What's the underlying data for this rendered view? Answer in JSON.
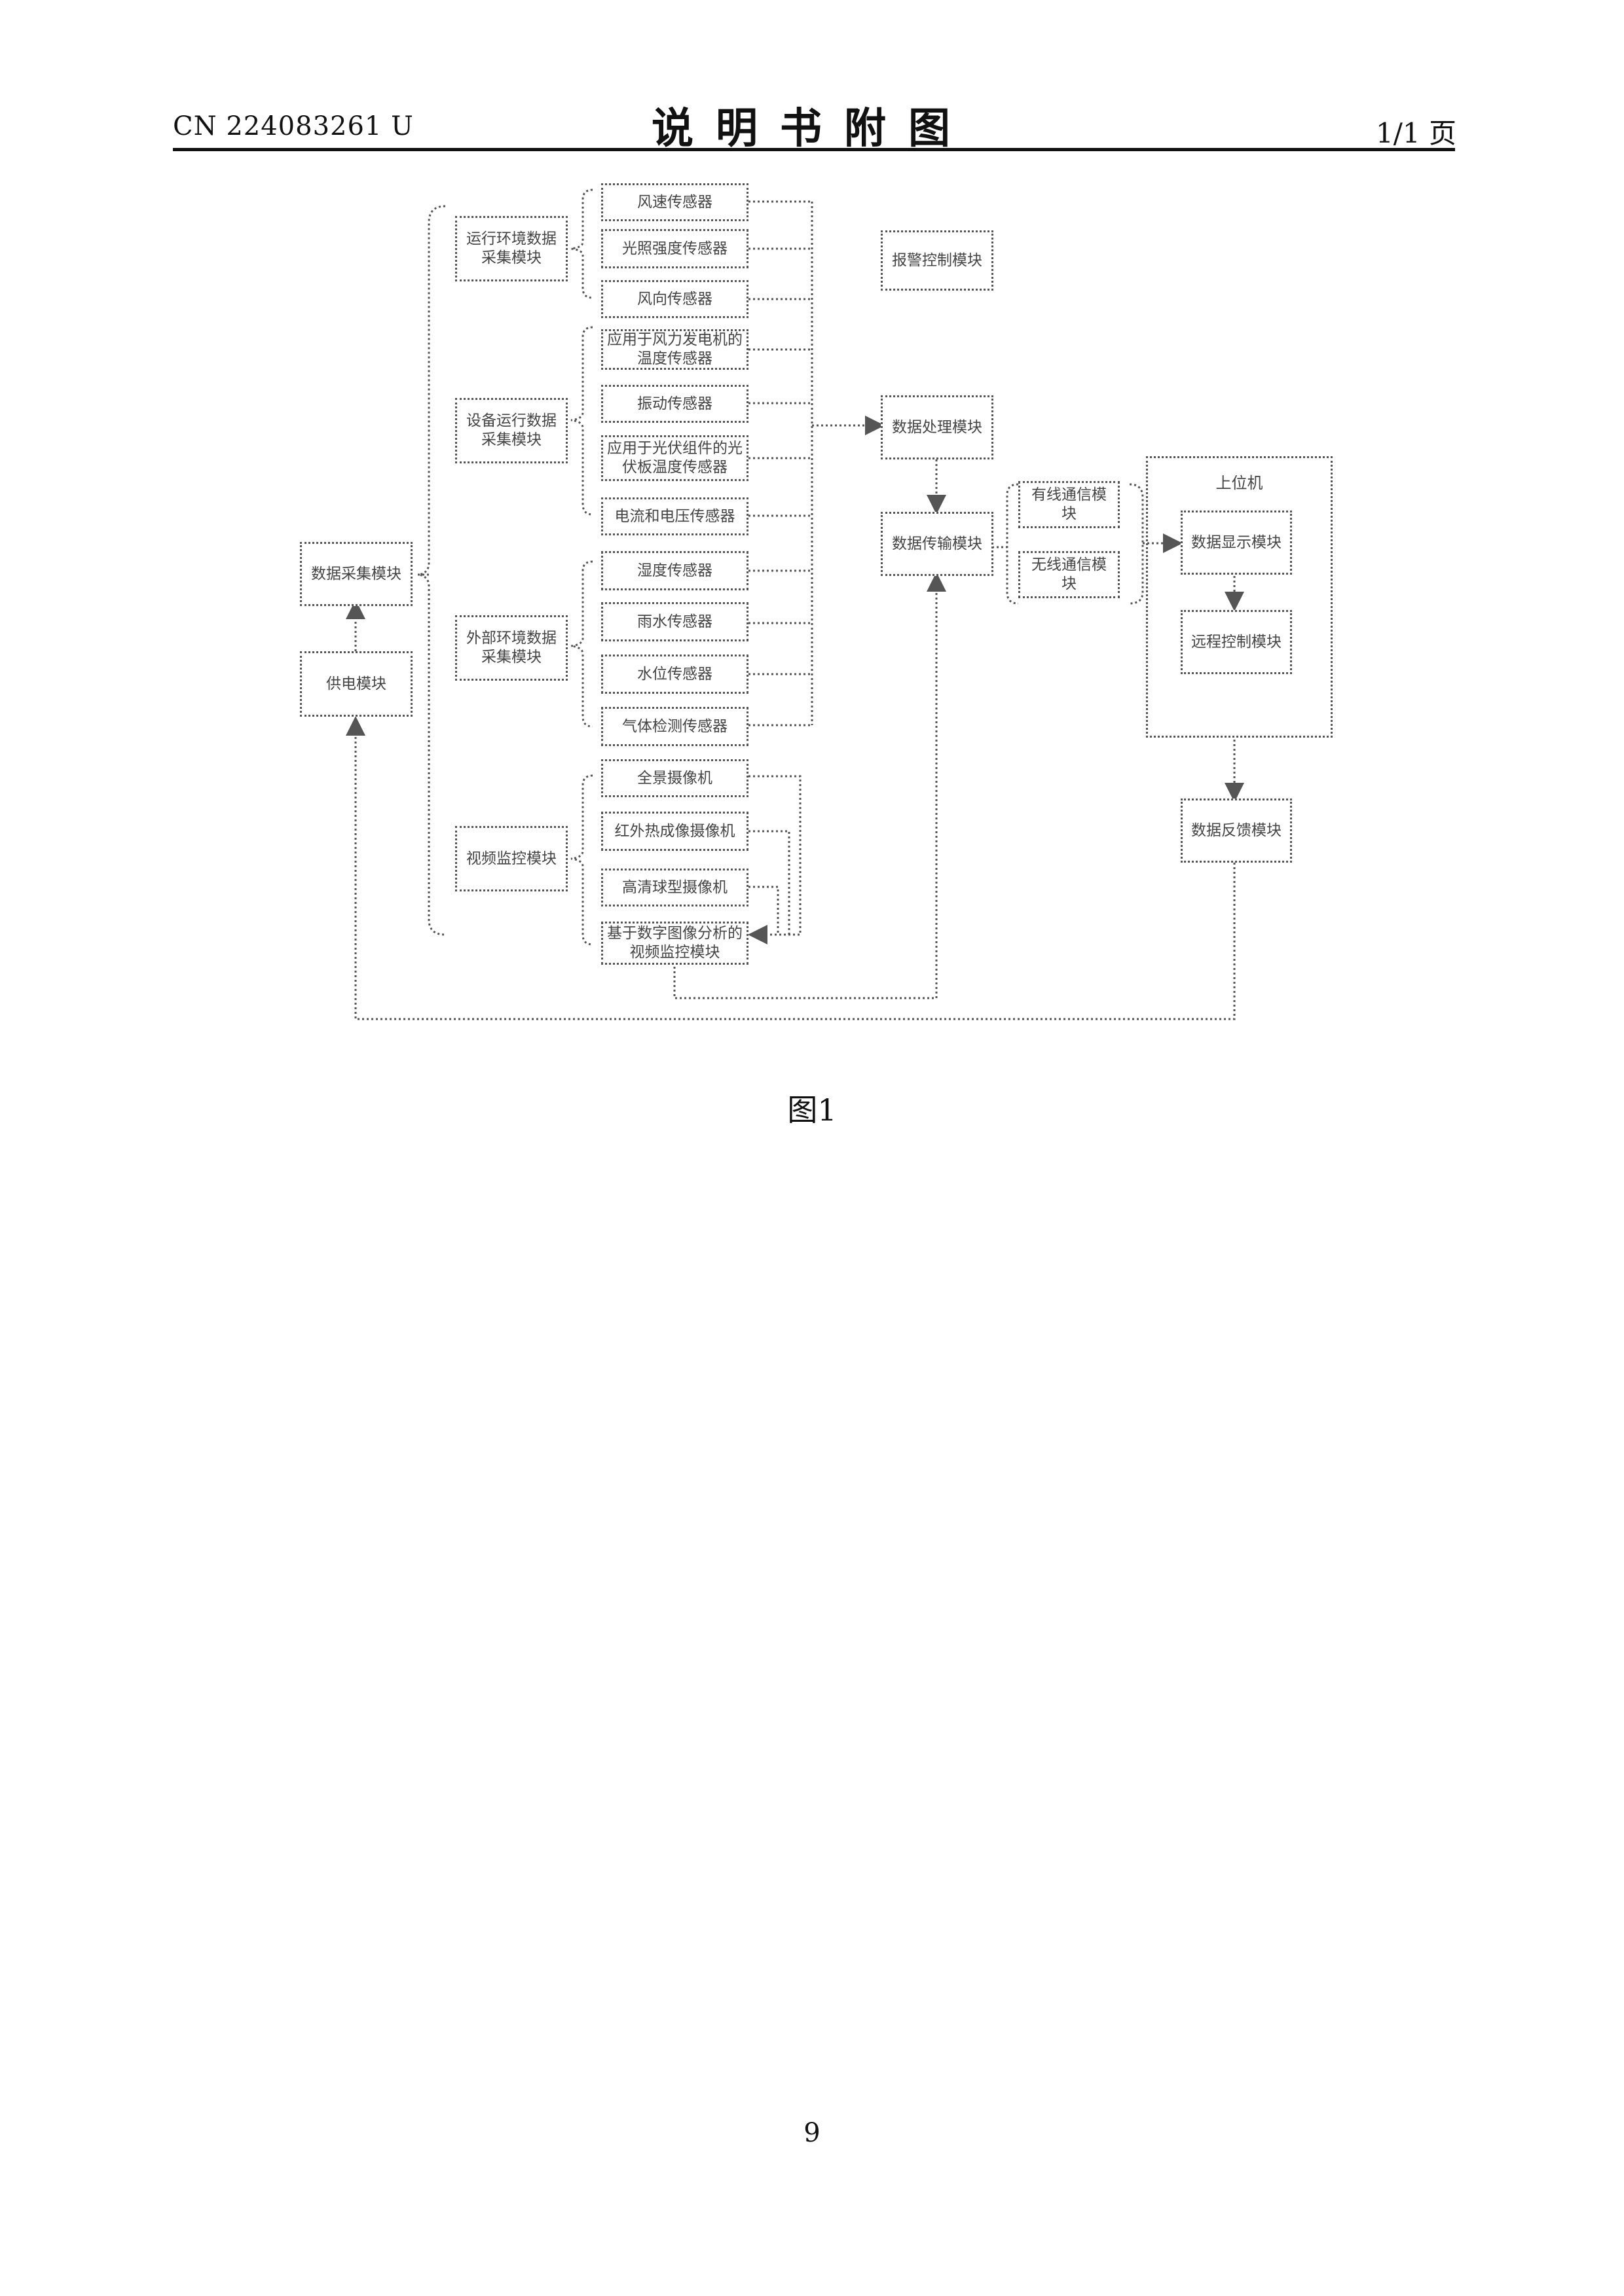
{
  "header": {
    "doc_number": "CN 224083261 U",
    "title": "说明书附图",
    "page": "1/1 页"
  },
  "figure": {
    "caption": "图1",
    "boxes": {
      "data_collection": "数据采集模块",
      "power_supply": "供电模块",
      "env_collect": "运行环境数据采集模块",
      "wind_speed": "风速传感器",
      "light_intensity": "光照强度传感器",
      "wind_direction": "风向传感器",
      "device_collect": "设备运行数据采集模块",
      "wind_turbine_temp": "应用于风力发电机的温度传感器",
      "vibration": "振动传感器",
      "pv_temp": "应用于光伏组件的光伏板温度传感器",
      "current_voltage": "电流和电压传感器",
      "external_collect": "外部环境数据采集模块",
      "humidity": "湿度传感器",
      "rain": "雨水传感器",
      "water_level": "水位传感器",
      "gas": "气体检测传感器",
      "video_monitor": "视频监控模块",
      "panoramic_camera": "全景摄像机",
      "infrared_camera": "红外热成像摄像机",
      "hd_camera": "高清球型摄像机",
      "vision_analysis": "基于数字图像分析的视频监控模块",
      "alarm": "报警控制模块",
      "processing": "数据处理模块",
      "transmission": "数据传输模块",
      "wired": "有线通信模块",
      "wireless": "无线通信模块",
      "host_title": "上位机",
      "display": "数据显示模块",
      "remote_control": "远程控制模块",
      "feedback": "数据反馈模块"
    }
  },
  "page_number": "9"
}
